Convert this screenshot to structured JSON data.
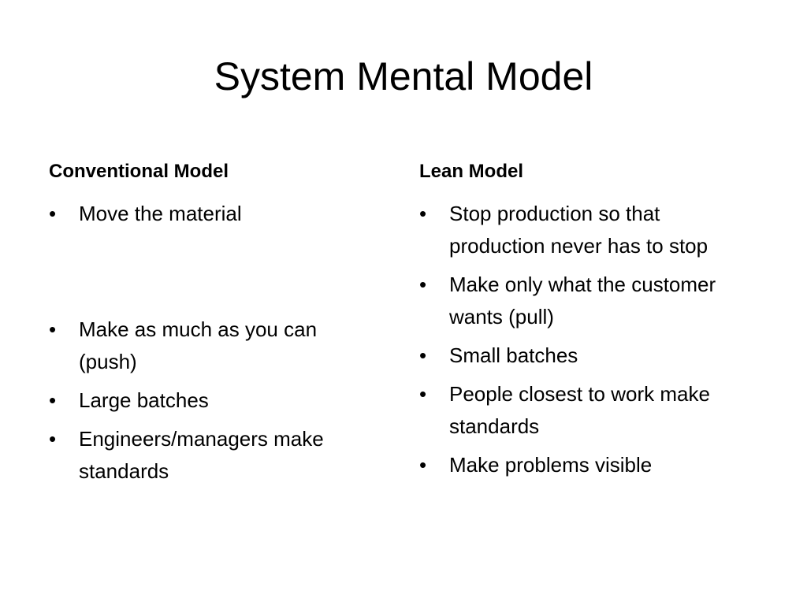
{
  "slide": {
    "title": "System Mental Model",
    "bullet_glyph": "•",
    "left": {
      "heading": "Conventional Model",
      "items": [
        "Move the material",
        "Make as much as you can (push)",
        "Large batches",
        "Engineers/managers make standards"
      ]
    },
    "right": {
      "heading": "Lean Model",
      "items": [
        "Stop production so that production never has to stop",
        "Make only what the customer wants (pull)",
        "Small batches",
        "People closest to work make standards",
        "Make problems visible"
      ]
    }
  }
}
